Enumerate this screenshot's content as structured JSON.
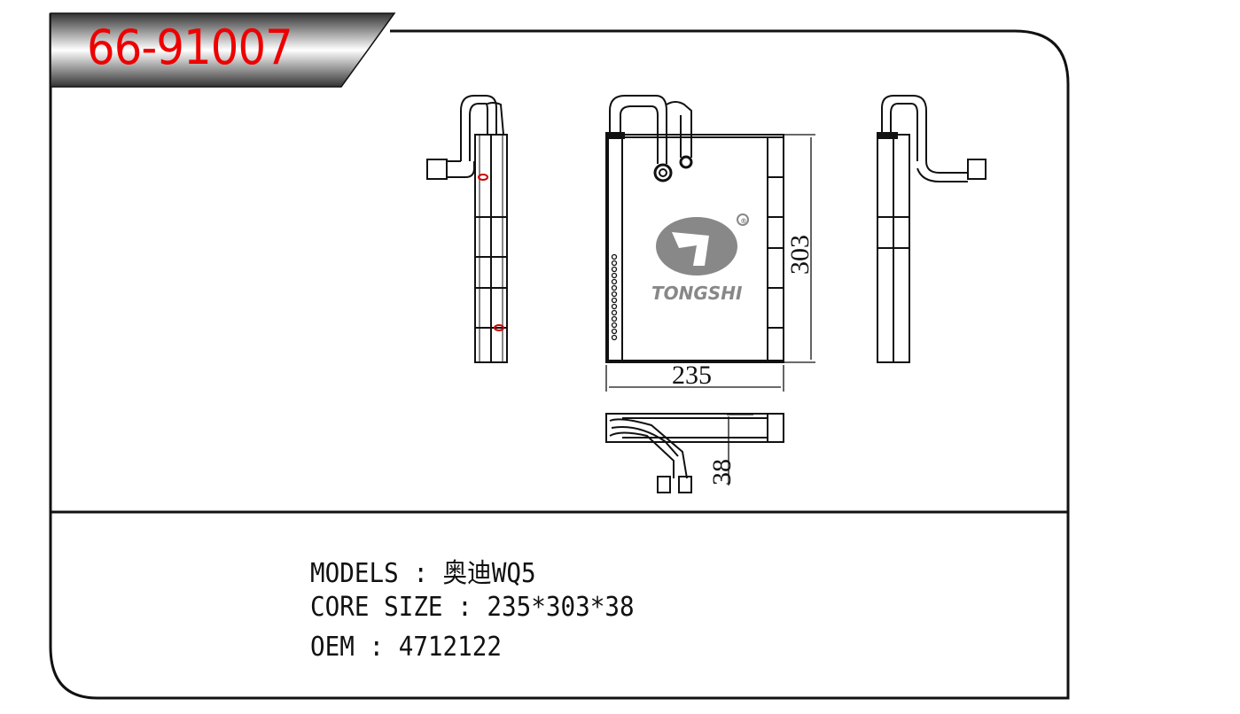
{
  "part_number": "66-91007",
  "dimensions": {
    "width": "235",
    "height": "303",
    "depth": "38"
  },
  "logo": {
    "brand": "TONGSHI",
    "registered": "®"
  },
  "specs": {
    "models": "MODELS : 奥迪WQ5",
    "core_size": "CORE SIZE : 235*303*38",
    "oem": "OEM : 4712122"
  },
  "colors": {
    "part_number": "#ee0000",
    "logo": "#888888"
  }
}
